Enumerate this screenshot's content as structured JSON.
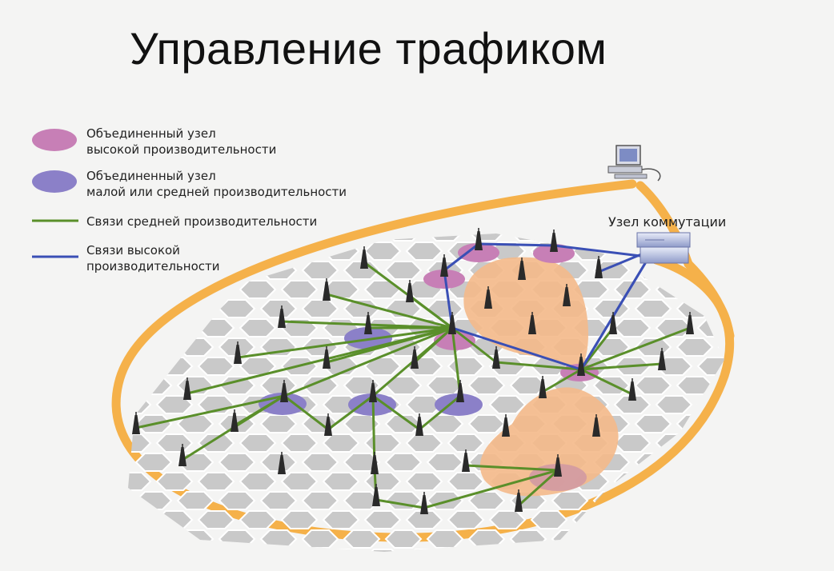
{
  "title": "Управление трафиком",
  "legend": [
    {
      "line1": "Объединенный узел",
      "line2": "высокой производительности",
      "symbol": "pink-node",
      "color": "#c77fb6"
    },
    {
      "line1": "Объединенный узел",
      "line2": "малой или средней производительности",
      "symbol": "purple-node",
      "color": "#8b80c8"
    },
    {
      "line1": "Связи средней производительности",
      "line2": "",
      "symbol": "green-line",
      "color": "#5a8f2a"
    },
    {
      "line1": "Связи высокой",
      "line2": "производительности",
      "symbol": "blue-line",
      "color": "#3a4fb5"
    }
  ],
  "switch_node": {
    "label": "Узел коммутации",
    "icon": "server-icon"
  },
  "workstation": {
    "icon": "computer-icon"
  },
  "colors": {
    "ring": "#f5b14a",
    "zone": "#f4b98a",
    "hex_fill": "#c9c9c9",
    "hex_stroke": "#ffffff",
    "tower": "#2a2a2a"
  }
}
